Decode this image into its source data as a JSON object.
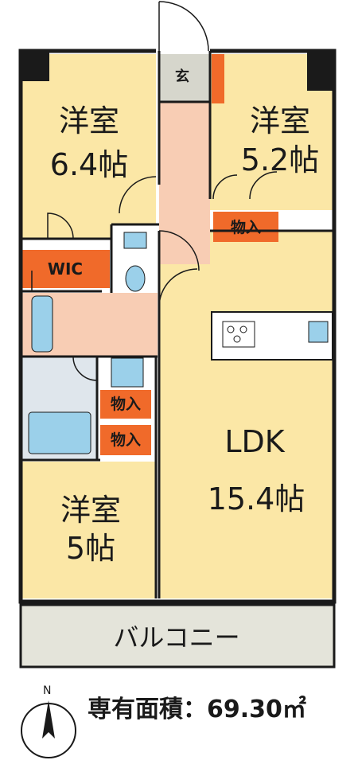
{
  "rooms": {
    "western_room_1": {
      "name": "洋室",
      "size": "6.4帖"
    },
    "western_room_2": {
      "name": "洋室",
      "size": "5.2帖"
    },
    "western_room_3": {
      "name": "洋室",
      "size": "5帖"
    },
    "ldk": {
      "name": "LDK",
      "size": "15.4帖"
    }
  },
  "labels": {
    "entrance": "玄",
    "wic": "WIC",
    "storage_1": "物入",
    "storage_2": "物入",
    "storage_3": "物入",
    "balcony": "バルコニー"
  },
  "area_text": "専有面積：69.30㎡",
  "compass": {
    "label": "N"
  },
  "colors": {
    "room_fill": "#fbe7a6",
    "corridor_fill": "#f8cdb4",
    "storage_fill": "#f06a2a",
    "wet_area_fill": "#dfe6ec",
    "fixture_fill": "#9bd0ea",
    "balcony_fill": "#e4e4da",
    "entrance_fill": "#d6d6cc",
    "wall": "#1a1a1a"
  }
}
